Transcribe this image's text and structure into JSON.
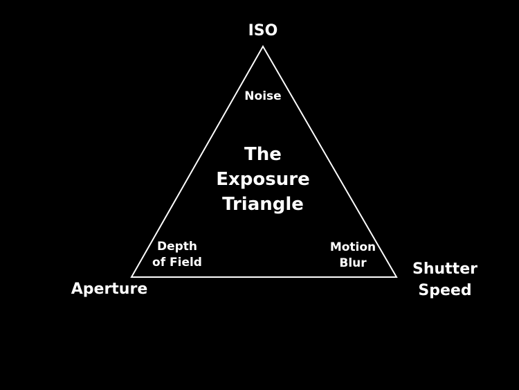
{
  "diagram": {
    "title_lines": [
      "The",
      "Exposure",
      "Triangle"
    ],
    "vertices": {
      "top": "ISO",
      "left": "Aperture",
      "right_lines": [
        "Shutter",
        "Speed"
      ]
    },
    "effects": {
      "top": "Noise",
      "left_lines": [
        "Depth",
        "of Field"
      ],
      "right_lines": [
        "Motion",
        "Blur"
      ]
    },
    "colors": {
      "background": "#000000",
      "stroke": "#ffffff",
      "text": "#ffffff"
    }
  }
}
